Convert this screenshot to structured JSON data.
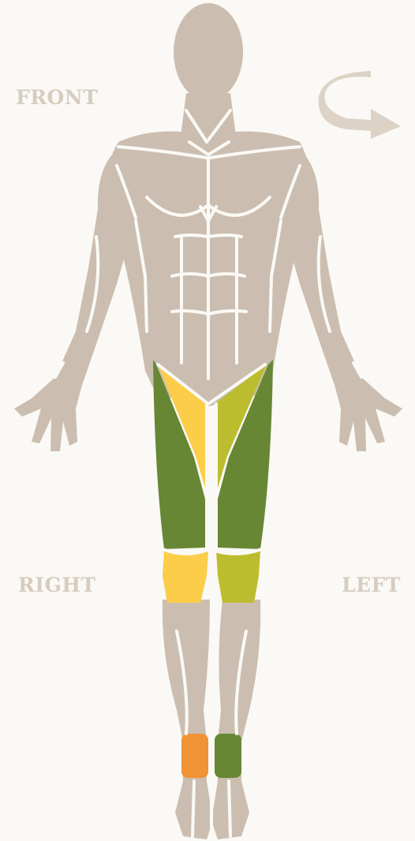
{
  "labels": {
    "view": "FRONT",
    "right_side": "RIGHT",
    "left_side": "LEFT"
  },
  "controls": {
    "rotate_icon": "rotate-arrow-icon"
  },
  "colors": {
    "background": "#faf9f5",
    "body": "#cbbeb0",
    "outline": "#faf9f5",
    "label_text": "#d6ccbf",
    "rotate_arrow": "#dcd3c6",
    "dark_green": "#678734",
    "yellow": "#fbcd48",
    "lime": "#bcbd2e",
    "orange": "#ef9336"
  },
  "highlighted_regions": [
    {
      "name": "right-inner-thigh",
      "color": "yellow"
    },
    {
      "name": "right-outer-thigh",
      "color": "dark_green"
    },
    {
      "name": "right-knee",
      "color": "yellow"
    },
    {
      "name": "left-inner-thigh",
      "color": "lime"
    },
    {
      "name": "left-outer-thigh",
      "color": "dark_green"
    },
    {
      "name": "left-knee",
      "color": "lime"
    },
    {
      "name": "right-ankle",
      "color": "orange"
    },
    {
      "name": "left-ankle",
      "color": "dark_green"
    }
  ]
}
